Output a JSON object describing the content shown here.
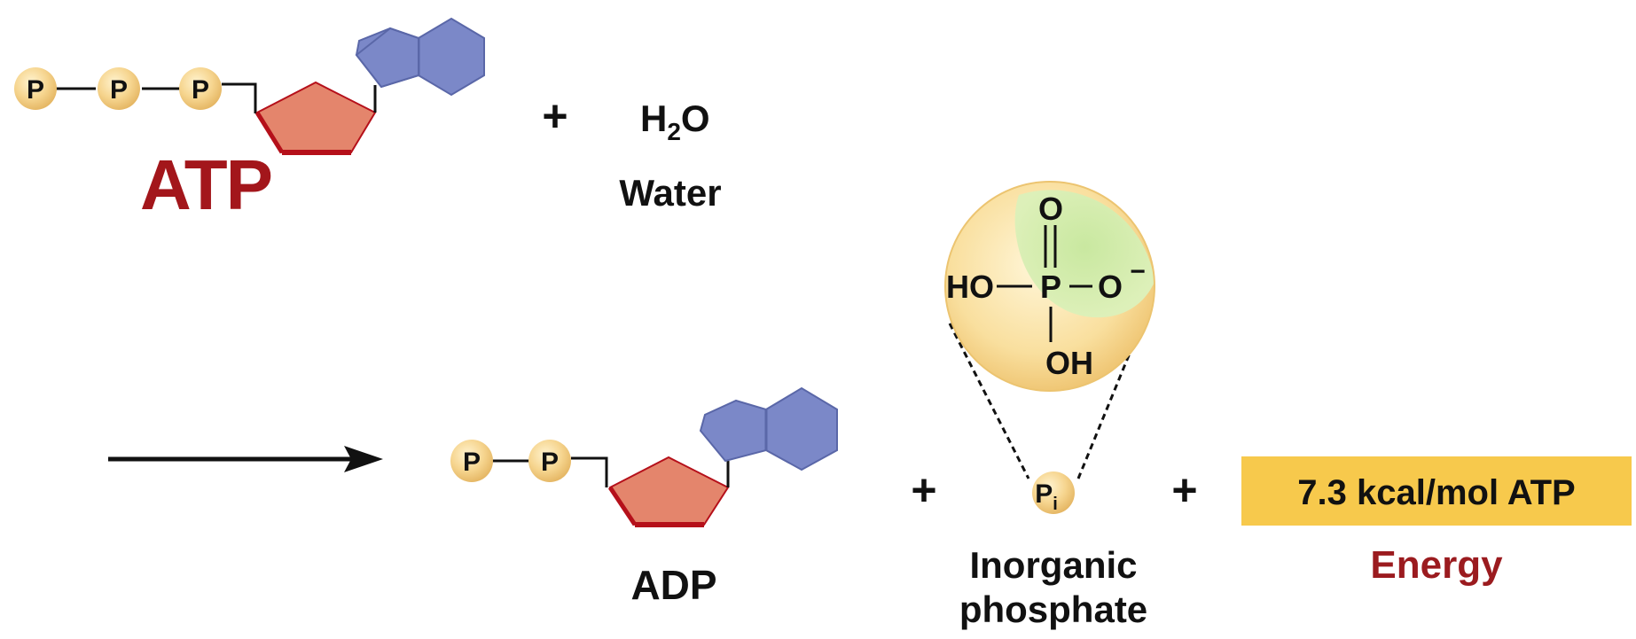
{
  "reactants": {
    "atp_label": "ATP",
    "water_formula_prefix": "H",
    "water_formula_subscript": "2",
    "water_formula_suffix": "O",
    "water_label": "Water",
    "plus": "+"
  },
  "products": {
    "adp_label": "ADP",
    "phosphate_symbol": "P",
    "phosphate_subscript": "i",
    "phosphate_label_line1": "Inorganic",
    "phosphate_label_line2": "phosphate",
    "energy_value": "7.3 kcal/mol ATP",
    "energy_label": "Energy",
    "plus_1": "+",
    "plus_2": "+"
  },
  "molecule": {
    "phosphate_group_symbol": "P"
  },
  "phosphate_structure": {
    "top_o": "O",
    "left_ho": "HO",
    "center_p": "P",
    "right_o": "O",
    "charge": "−",
    "bottom_oh": "OH"
  },
  "colors": {
    "atp_red": "#a3161b",
    "energy_red": "#9b1b1f",
    "ribose_fill": "#e4856c",
    "ribose_edge": "#b5101a",
    "base_fill": "#7b88c8",
    "base_edge": "#5a67a8",
    "phosphate_ball": "#f6d58f",
    "energy_box": "#f7c94c",
    "green_highlight": "#cfeaa6"
  }
}
